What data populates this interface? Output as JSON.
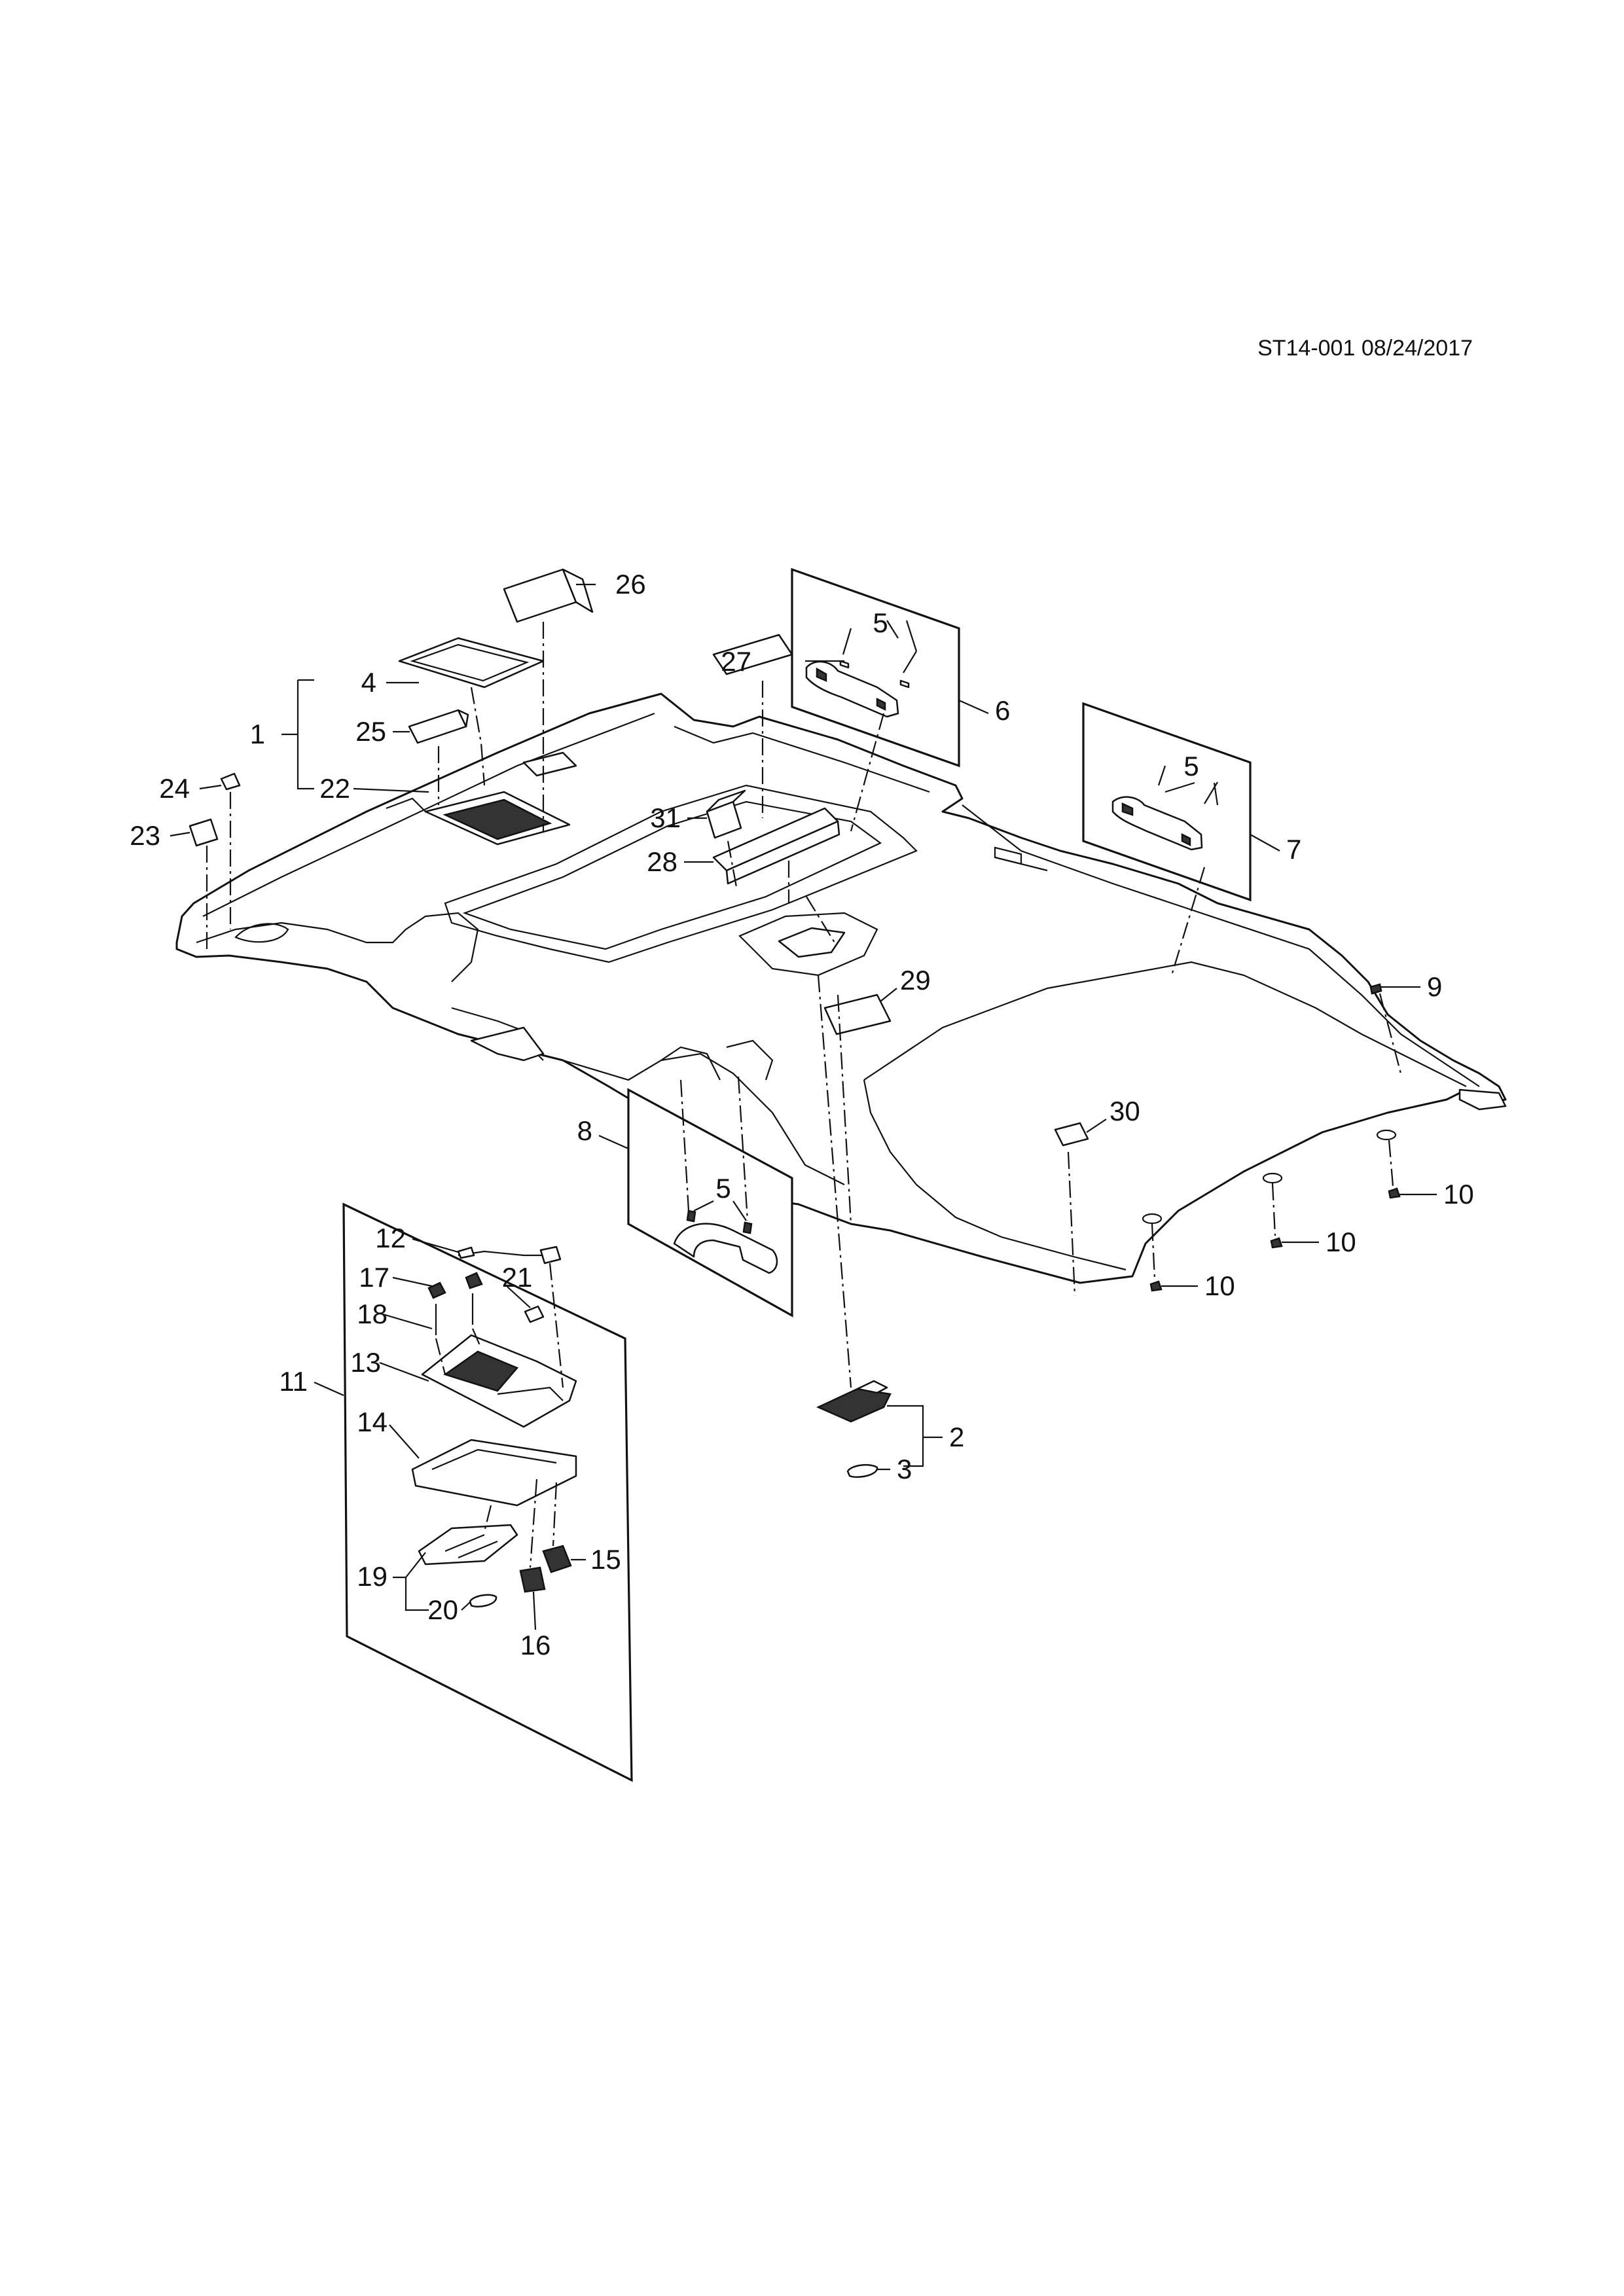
{
  "header": {
    "code": "ST14-001 08/24/2017"
  },
  "callouts": {
    "c1": "1",
    "c2": "2",
    "c3": "3",
    "c4": "4",
    "c5a": "5",
    "c5b": "5",
    "c5c": "5",
    "c6": "6",
    "c7": "7",
    "c8": "8",
    "c9": "9",
    "c10a": "10",
    "c10b": "10",
    "c10c": "10",
    "c11": "11",
    "c12": "12",
    "c13": "13",
    "c14": "14",
    "c15": "15",
    "c16": "16",
    "c17": "17",
    "c18": "18",
    "c19": "19",
    "c20": "20",
    "c21": "21",
    "c22": "22",
    "c23": "23",
    "c24": "24",
    "c25": "25",
    "c26": "26",
    "c27": "27",
    "c28": "28",
    "c29": "29",
    "c30": "30",
    "c31": "31"
  }
}
